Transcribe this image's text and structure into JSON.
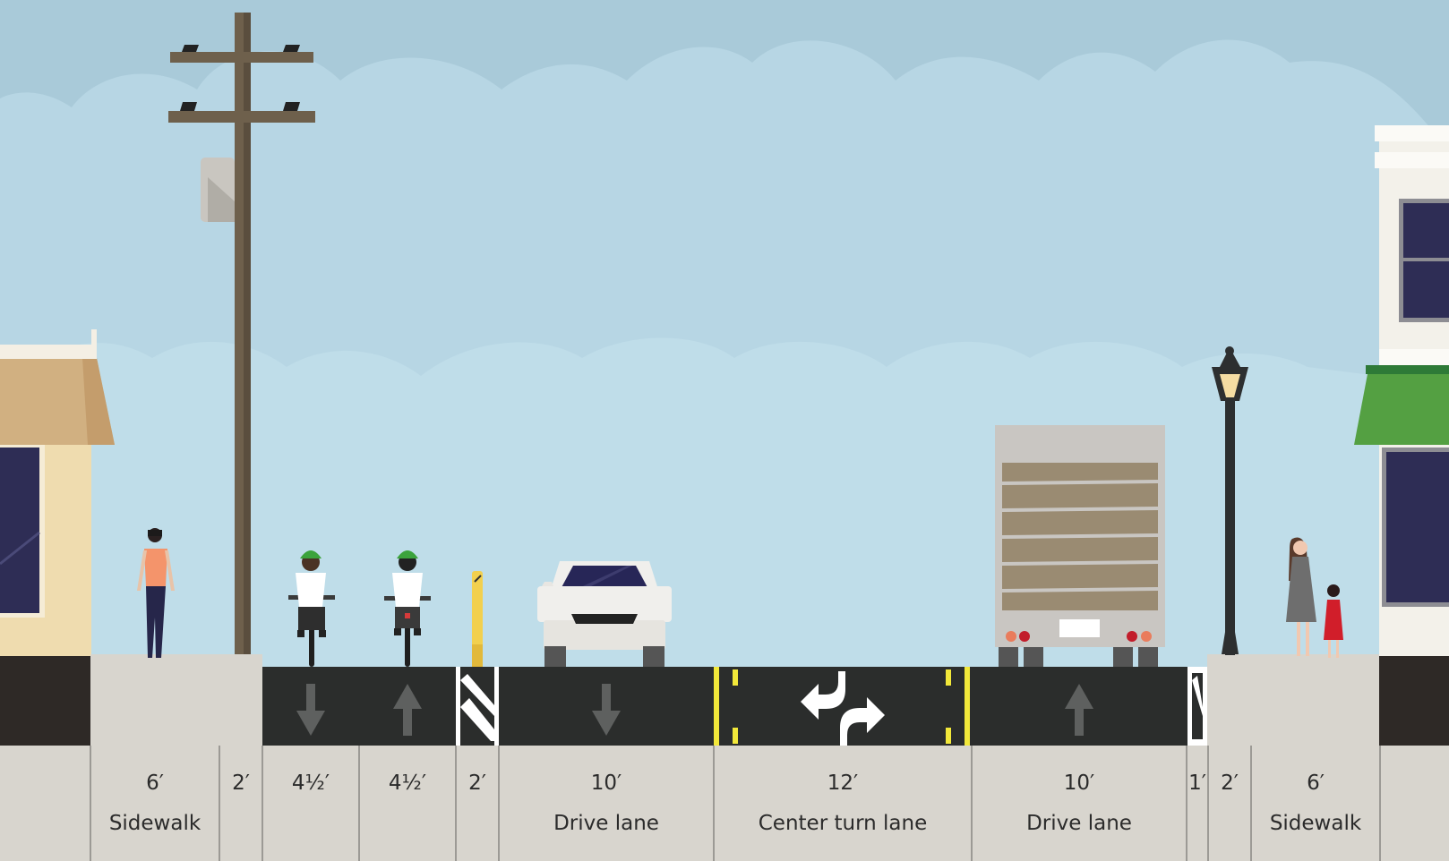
{
  "segments": [
    {
      "width": "6′",
      "name": "Sidewalk"
    },
    {
      "width": "2′",
      "name": ""
    },
    {
      "width": "4½′",
      "name": ""
    },
    {
      "width": "4½′",
      "name": ""
    },
    {
      "width": "2′",
      "name": ""
    },
    {
      "width": "10′",
      "name": "Drive lane"
    },
    {
      "width": "12′",
      "name": "Center turn lane"
    },
    {
      "width": "10′",
      "name": "Drive lane"
    },
    {
      "width": "1′",
      "name": ""
    },
    {
      "width": "2′",
      "name": ""
    },
    {
      "width": "6′",
      "name": "Sidewalk"
    }
  ],
  "colors": {
    "sky": "#b8d8e6",
    "asphalt": "#2b2d2c",
    "sidewalk": "#d8d5ce",
    "lane_stripe_yellow": "#f2e83a",
    "buffer_white": "#ffffff",
    "arrow_gray": "#5e605f"
  }
}
